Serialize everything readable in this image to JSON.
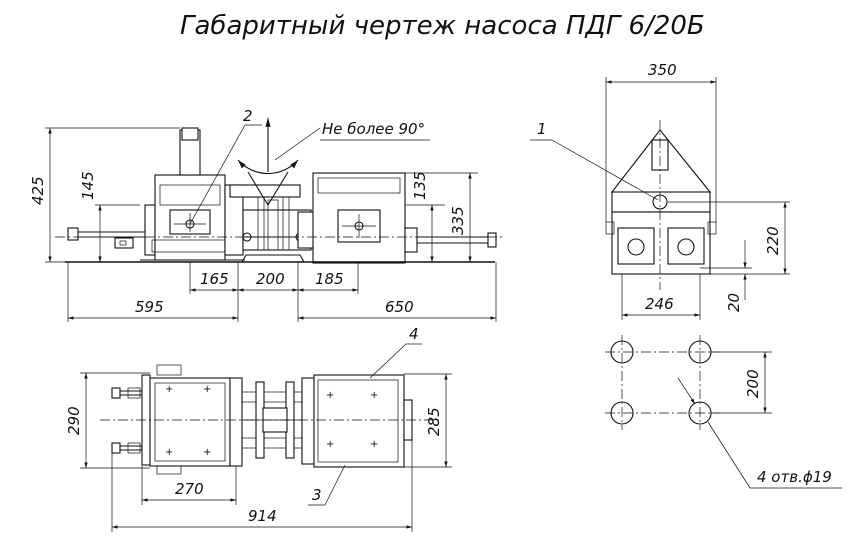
{
  "title": "Габаритный чертеж насоса ПДГ 6/20Б",
  "side_view": {
    "angle_note": "Не более 90°",
    "part_label": "2",
    "dimensions": {
      "height_total": "425",
      "height_shaft": "145",
      "height_head": "135",
      "height_right": "335",
      "len_left": "595",
      "len_mid1": "165",
      "len_mid2": "200",
      "len_mid3": "185",
      "len_right": "650"
    }
  },
  "end_view": {
    "part_label": "1",
    "dimensions": {
      "width_top": "350",
      "height": "220",
      "base_height": "20",
      "base_width": "246"
    }
  },
  "plan_view": {
    "labels": {
      "top": "4",
      "bottom": "3"
    },
    "dimensions": {
      "width_left": "290",
      "width_right": "285",
      "len_inner": "270",
      "len_total": "914"
    }
  },
  "hole_pattern": {
    "spacing": "200",
    "note": "4 отв.ϕ19"
  }
}
